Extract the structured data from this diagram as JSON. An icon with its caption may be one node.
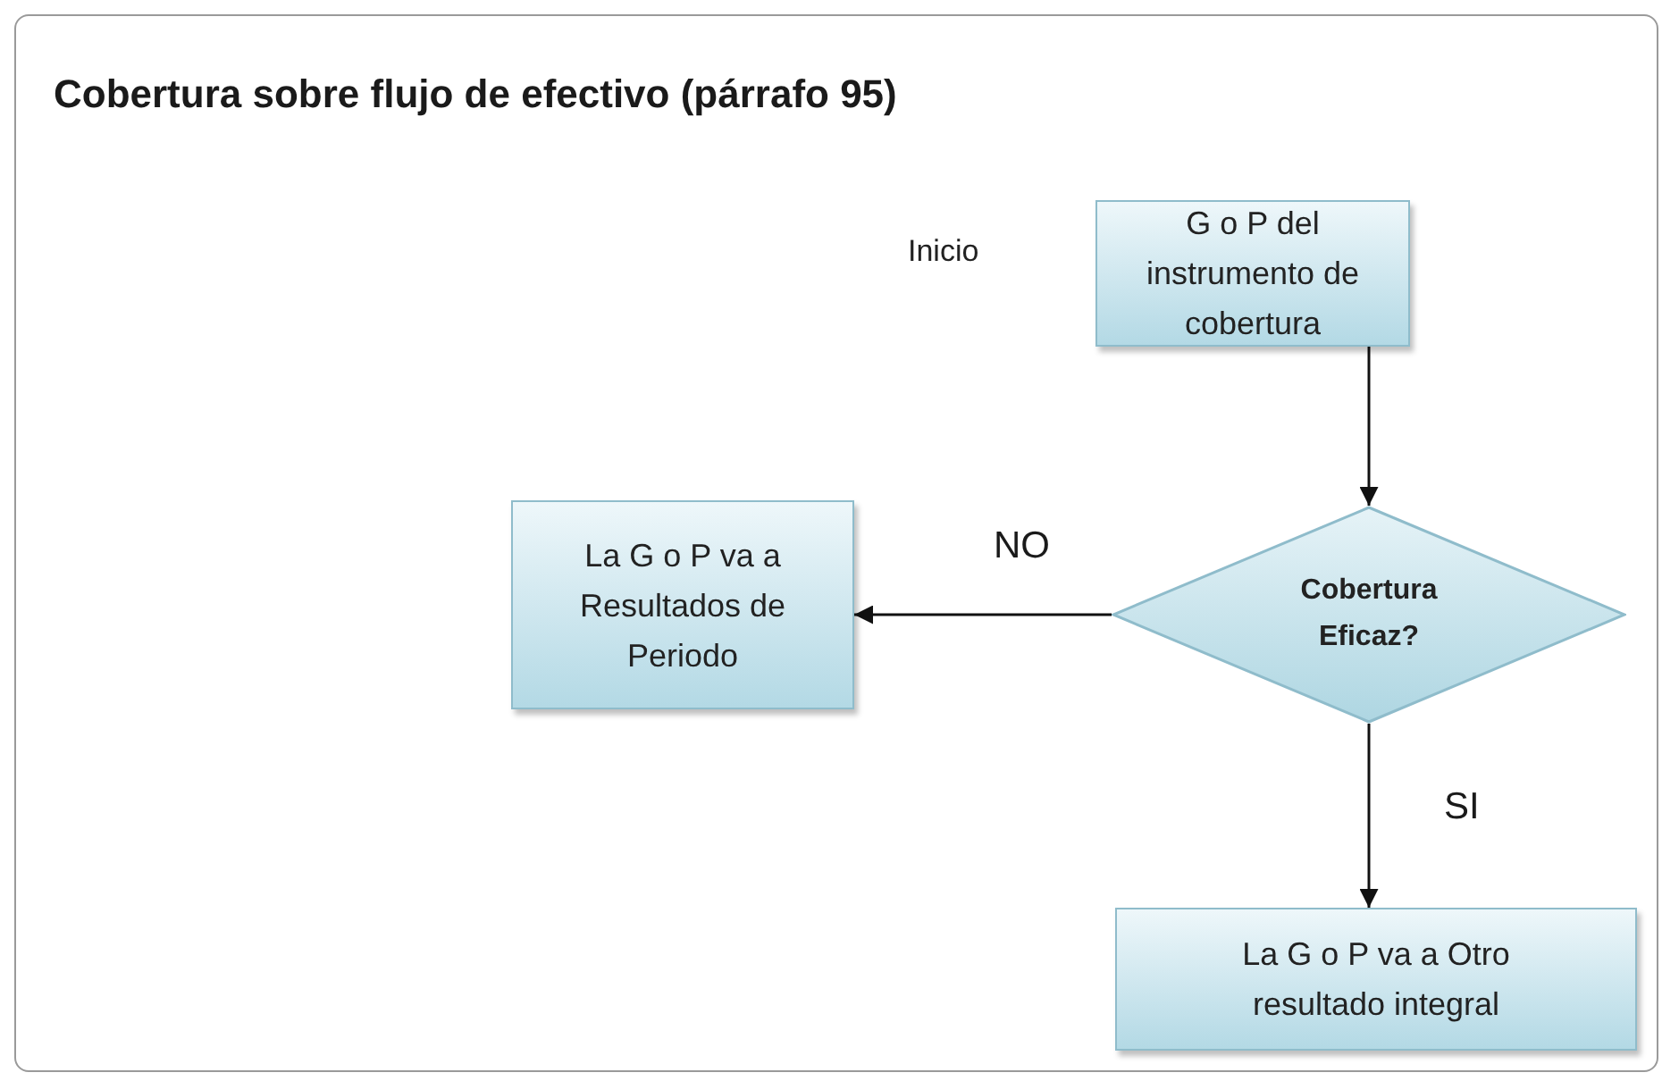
{
  "diagram": {
    "title": "Cobertura sobre flujo de efectivo (párrafo 95)",
    "nodes": [
      {
        "text": [
          "G o P del instrumento de cobertura"
        ],
        "beside": [
          "Inicio"
        ]
      },
      {
        "text": [
          "Cobertura Eficaz?"
        ]
      },
      {
        "text": [
          "La G o P va a Resultados de Periodo"
        ]
      },
      {
        "text": [
          "La G o P va a Otro resultado integral"
        ]
      }
    ],
    "edges": [
      {
        "from": 0,
        "to": 1,
        "arrow": "to"
      },
      {
        "from": 1,
        "to": 2,
        "arrow": "to",
        "label": "NO"
      },
      {
        "from": 1,
        "to": 3,
        "arrow": "to",
        "label": "SI"
      }
    ]
  }
}
